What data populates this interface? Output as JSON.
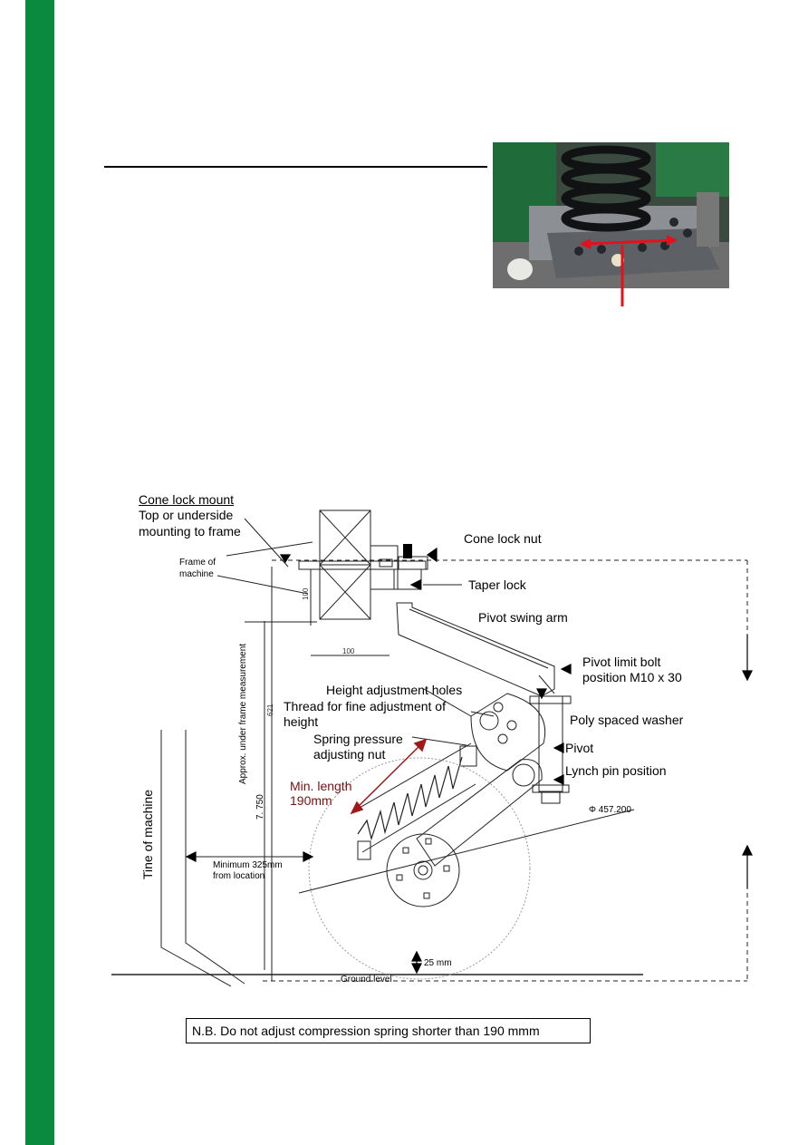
{
  "diagram": {
    "labels": {
      "cone_lock_mount": "Cone lock mount",
      "top_or_underside": "Top or underside",
      "mounting_to_frame": "mounting to frame",
      "frame_of": "Frame of",
      "machine": "machine",
      "cone_lock_nut": "Cone lock nut",
      "taper_lock": "Taper lock",
      "pivot_swing_arm": "Pivot swing arm",
      "pivot_limit_bolt": "Pivot limit bolt",
      "position_m10": "position M10 x 30",
      "height_adjustment_holes": "Height adjustment holes",
      "thread_fine_1": "Thread for fine adjustment of",
      "thread_fine_2": "height",
      "poly_spaced_washer": "Poly spaced washer",
      "spring_pressure_1": "Spring pressure",
      "spring_pressure_2": "adjusting nut",
      "pivot": "Pivot",
      "lynch_pin_position": "Lynch pin position",
      "min_length_1": "Min. length",
      "min_length_2": "190mm",
      "tine_of_machine": "Tine of machine",
      "approx_under_frame": "Approx. under frame measurement",
      "minimum_325mm": "Minimum 325mm",
      "location": "from location",
      "ground_level": "Ground level",
      "mm25": "25 mm",
      "dim_100_vert": "100",
      "dim_100_horiz": "100",
      "dim_621": "621",
      "dim_750": "7. 750",
      "dim_diameter": "Φ 457.200"
    },
    "note": "N.B. Do not adjust compression spring shorter than 190 mmm"
  },
  "colors": {
    "brand_green": "#0a8a3f",
    "arrow_red": "#e3111b",
    "min_length_red": "#7a1010"
  }
}
